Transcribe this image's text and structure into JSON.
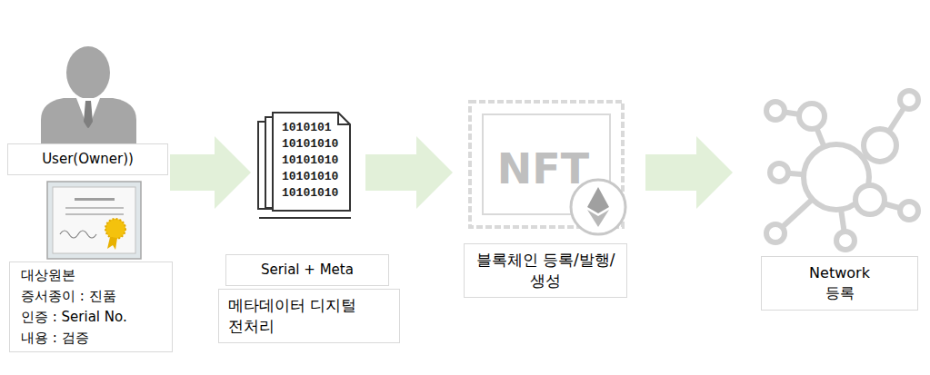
{
  "diagram": {
    "nodes": [
      {
        "text": [
          "User(Owner))"
        ]
      },
      {
        "text": [
          "대상원본",
          "증서종이 : 진품",
          "인증 : Serial No.",
          "내용 : 검증"
        ]
      },
      {
        "text": [
          "Serial + Meta"
        ]
      },
      {
        "text": [
          "메타데이터 디지털 전처리"
        ]
      },
      {
        "text": [
          "NFT"
        ]
      },
      {
        "text": [
          "블록체인 등록/발행/생성"
        ]
      },
      {
        "text": [
          "Network 등록"
        ]
      }
    ],
    "labels": [
      "1010101",
      "10101010",
      "10101010",
      "10101010",
      "10101010"
    ]
  }
}
